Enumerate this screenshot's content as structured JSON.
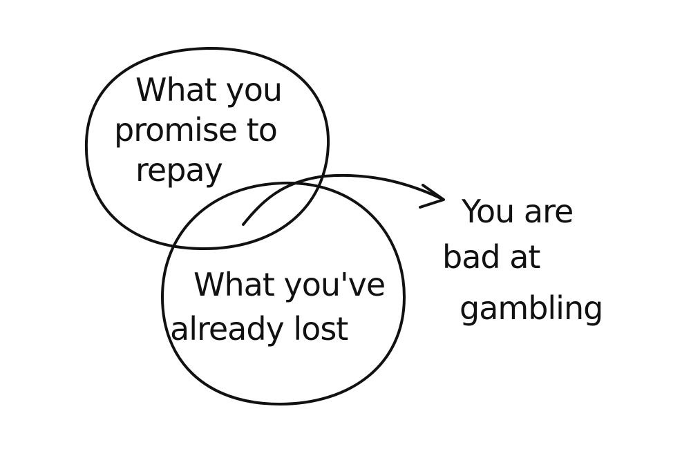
{
  "diagram": {
    "circle_top": {
      "lines": [
        "What you",
        "promise to",
        "repay"
      ]
    },
    "circle_bottom": {
      "lines": [
        "What you've",
        "already lost"
      ]
    },
    "result": {
      "lines": [
        "You are",
        "bad at",
        "gambling"
      ]
    },
    "colors": {
      "ink": "#111111",
      "background": "#ffffff"
    }
  }
}
